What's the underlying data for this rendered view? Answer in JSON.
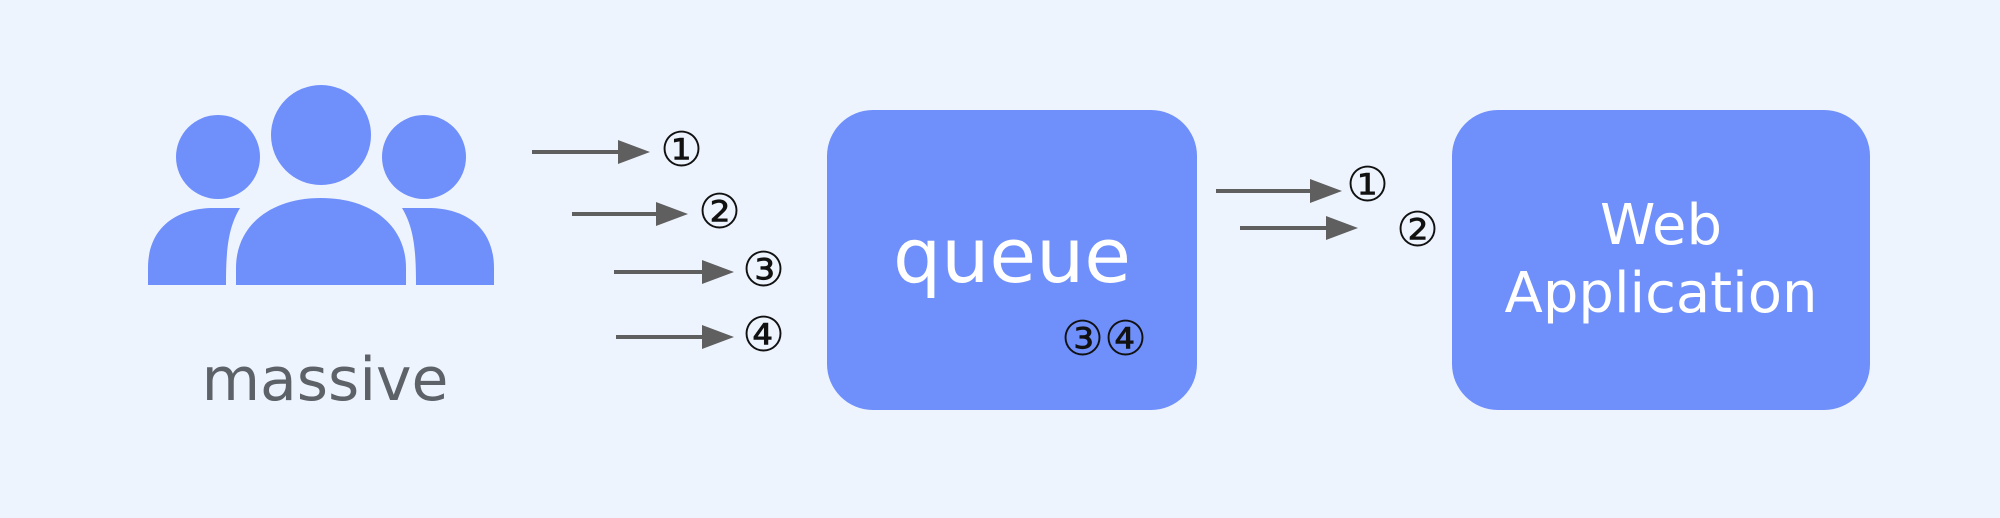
{
  "users": {
    "label": "massive",
    "icon": "users-group-icon",
    "color": "#6f8ffb"
  },
  "incoming_requests": [
    "①",
    "②",
    "③",
    "④"
  ],
  "queue": {
    "label": "queue",
    "pending": "③④"
  },
  "forwarded_requests": [
    "①",
    "②"
  ],
  "web_app": {
    "label_line1": "Web",
    "label_line2": "Application"
  },
  "colors": {
    "background": "#eef4fe",
    "box": "#6f8ffb",
    "arrow": "#5f5f5f",
    "text_dark": "#5d6168"
  }
}
